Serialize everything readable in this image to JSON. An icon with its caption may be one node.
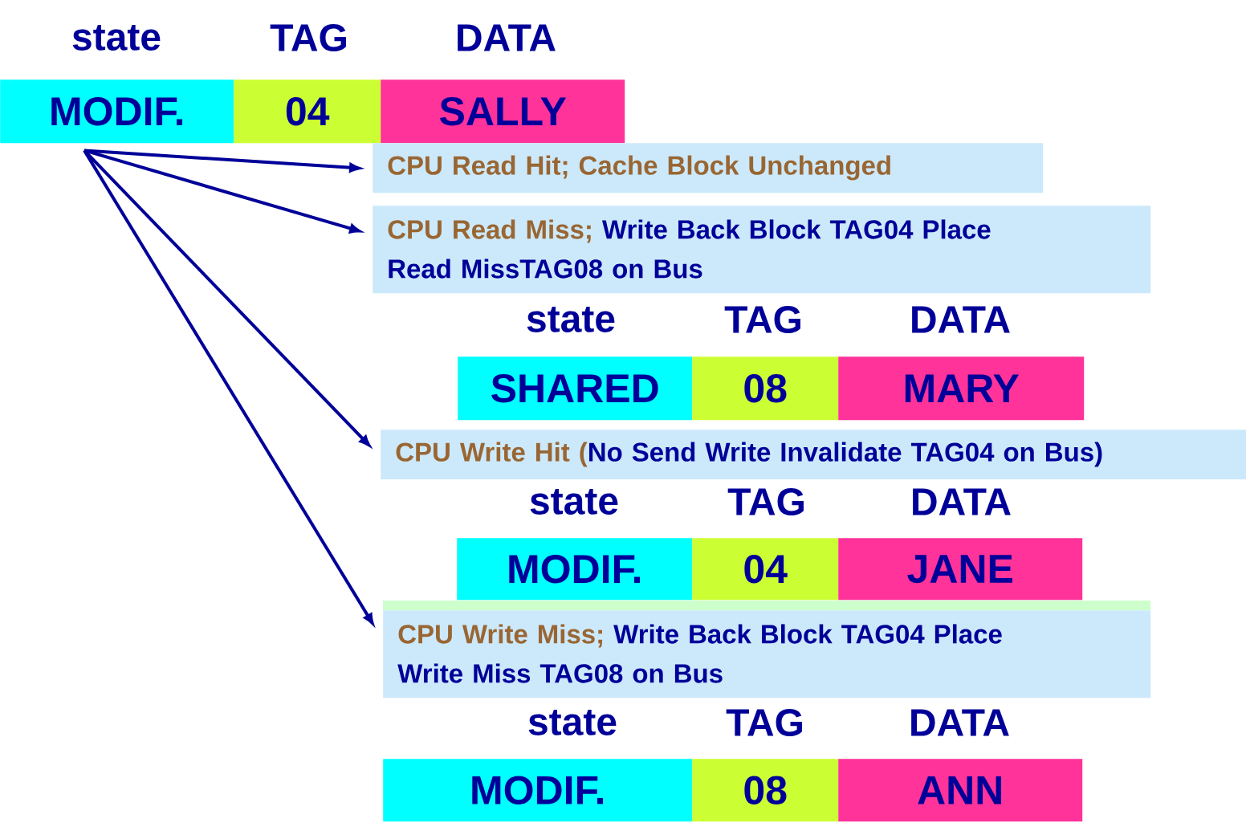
{
  "diagram": {
    "nodes": [
      {
        "text": [
          "MODIF."
        ]
      },
      {
        "text": [
          "04"
        ]
      },
      {
        "text": [
          "SALLY"
        ]
      },
      {
        "text": [
          "CPU Read Hit; Cache Block Unchanged"
        ]
      },
      {
        "text": [
          "CPU Read Miss;",
          "Write Back Block TAG04 Place Read MissTAG08 on Bus"
        ]
      },
      {
        "text": [
          "SHARED"
        ]
      },
      {
        "text": [
          "08"
        ]
      },
      {
        "text": [
          "MARY"
        ]
      },
      {
        "text": [
          "CPU Write Hit (",
          "No Send Write Invalidate TAG04 on Bus)"
        ]
      },
      {
        "text": [
          "MODIF."
        ]
      },
      {
        "text": [
          "04"
        ]
      },
      {
        "text": [
          "JANE"
        ]
      },
      {
        "text": [
          "CPU Write Miss;",
          "Write Back Block TAG04 Place Write Miss TAG08 on Bus"
        ]
      },
      {
        "text": [
          "MODIF."
        ]
      },
      {
        "text": [
          "08"
        ]
      },
      {
        "text": [
          "ANN"
        ]
      }
    ],
    "edges": [
      {
        "from": 0,
        "to": 3,
        "arrow": "to"
      },
      {
        "from": 0,
        "to": 4,
        "arrow": "to"
      },
      {
        "from": 0,
        "to": 8,
        "arrow": "to"
      },
      {
        "from": 0,
        "to": 12,
        "arrow": "to"
      }
    ],
    "labels": [
      "state",
      "TAG",
      "DATA",
      "state",
      "TAG",
      "DATA",
      "state",
      "TAG",
      "DATA",
      "state",
      "TAG",
      "DATA"
    ]
  }
}
